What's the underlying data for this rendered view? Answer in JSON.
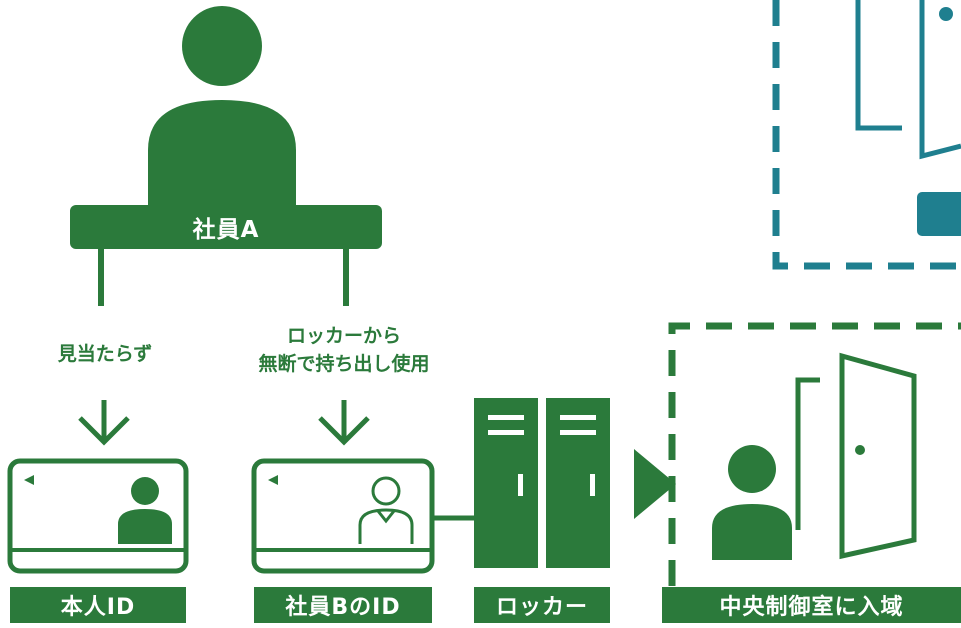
{
  "colors": {
    "green": "#2b7a3b",
    "teal": "#1f7f8f",
    "white": "#ffffff"
  },
  "person": {
    "label": "社員A"
  },
  "captions": {
    "left": "見当たらず",
    "right_line1": "ロッカーから",
    "right_line2": "無断で持ち出し使用"
  },
  "labels": {
    "own_id": "本人ID",
    "other_id": "社員BのID",
    "locker": "ロッカー",
    "entry": "中央制御室に入域"
  },
  "icons": {
    "person": "person-icon",
    "id_card_own": "id-card-icon",
    "id_card_other": "id-card-outline-icon",
    "locker": "locker-icon",
    "door": "door-icon",
    "arrow": "arrow-down-icon",
    "play": "triangle-right-icon"
  }
}
